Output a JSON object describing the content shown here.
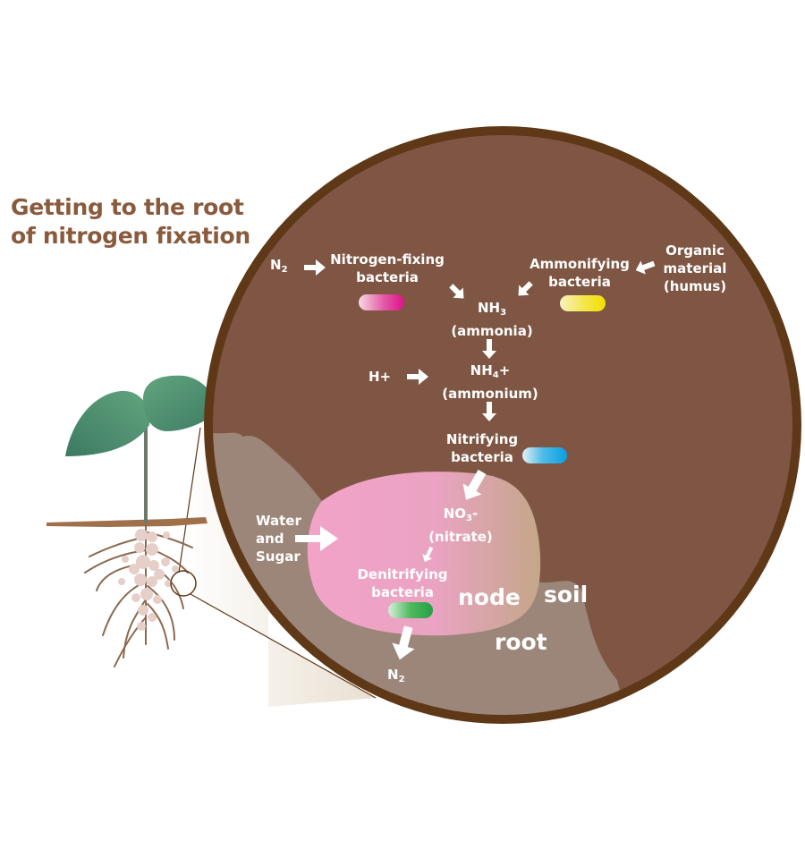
{
  "title": {
    "line1": "Getting to the root",
    "line2": "of nitrogen fixation"
  },
  "colors": {
    "title": "#8a5a3c",
    "soil": "#7f5643",
    "soil_rim": "#5e3817",
    "root_tissue": "#9c8679",
    "node_pink": "#f2a5c9",
    "node_tan": "#c8a98a",
    "leaf_dark": "#3f7f66",
    "leaf_light": "#5fa07e",
    "nitrogen_fixing_bacteria": "#e0148c",
    "ammonifying_bacteria": "#f2e40a",
    "nitrifying_bacteria": "#1aa6e0",
    "denitrifying_bacteria": "#2ea84a"
  },
  "labels": {
    "n2_in": {
      "main": "N",
      "sub": "2"
    },
    "nitrogen_fixing": [
      "Nitrogen-fixing",
      "bacteria"
    ],
    "ammonifying": [
      "Ammonifying",
      "bacteria"
    ],
    "organic": [
      "Organic",
      "material",
      "(humus)"
    ],
    "nh3": {
      "main": "NH",
      "sub": "3",
      "name": "(ammonia)"
    },
    "h_plus": "H+",
    "nh4": {
      "main": "NH",
      "sub": "4",
      "suffix": "+",
      "name": "(ammonium)"
    },
    "nitrifying": [
      "Nitrifying",
      "bacteria"
    ],
    "water_sugar": [
      "Water",
      "and",
      "Sugar"
    ],
    "no3": {
      "main": "NO",
      "sub": "3",
      "suffix": "-",
      "name": "(nitrate)"
    },
    "denitrifying": [
      "Denitrifying",
      "bacteria"
    ],
    "node": "node",
    "soil": "soil",
    "root": "root",
    "n2_out": {
      "main": "N",
      "sub": "2"
    }
  },
  "icons": {
    "arrow": "arrow-icon",
    "bacteria": "bacteria-capsule-icon",
    "magnifier": "magnifier-circle-icon"
  }
}
